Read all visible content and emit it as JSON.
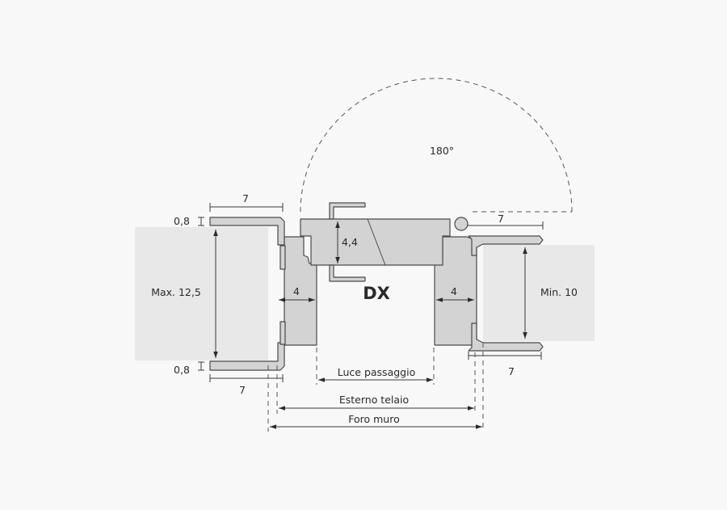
{
  "diagram": {
    "opening_angle": "180°",
    "side_label": "DX",
    "left": {
      "cover_top_width": "7",
      "cover_top_thickness": "0,8",
      "wall_thickness": "Max. 12,5",
      "frame_depth": "4",
      "cover_bottom_thickness": "0,8",
      "cover_bottom_width": "7"
    },
    "leaf_thickness": "4,4",
    "right": {
      "cover_top_width": "7",
      "frame_depth": "4",
      "wall_thickness": "Min. 10",
      "cover_bottom_width": "7"
    },
    "dimensions": {
      "clear_passage": "Luce passaggio",
      "frame_outer": "Esterno telaio",
      "wall_opening": "Foro muro"
    }
  }
}
